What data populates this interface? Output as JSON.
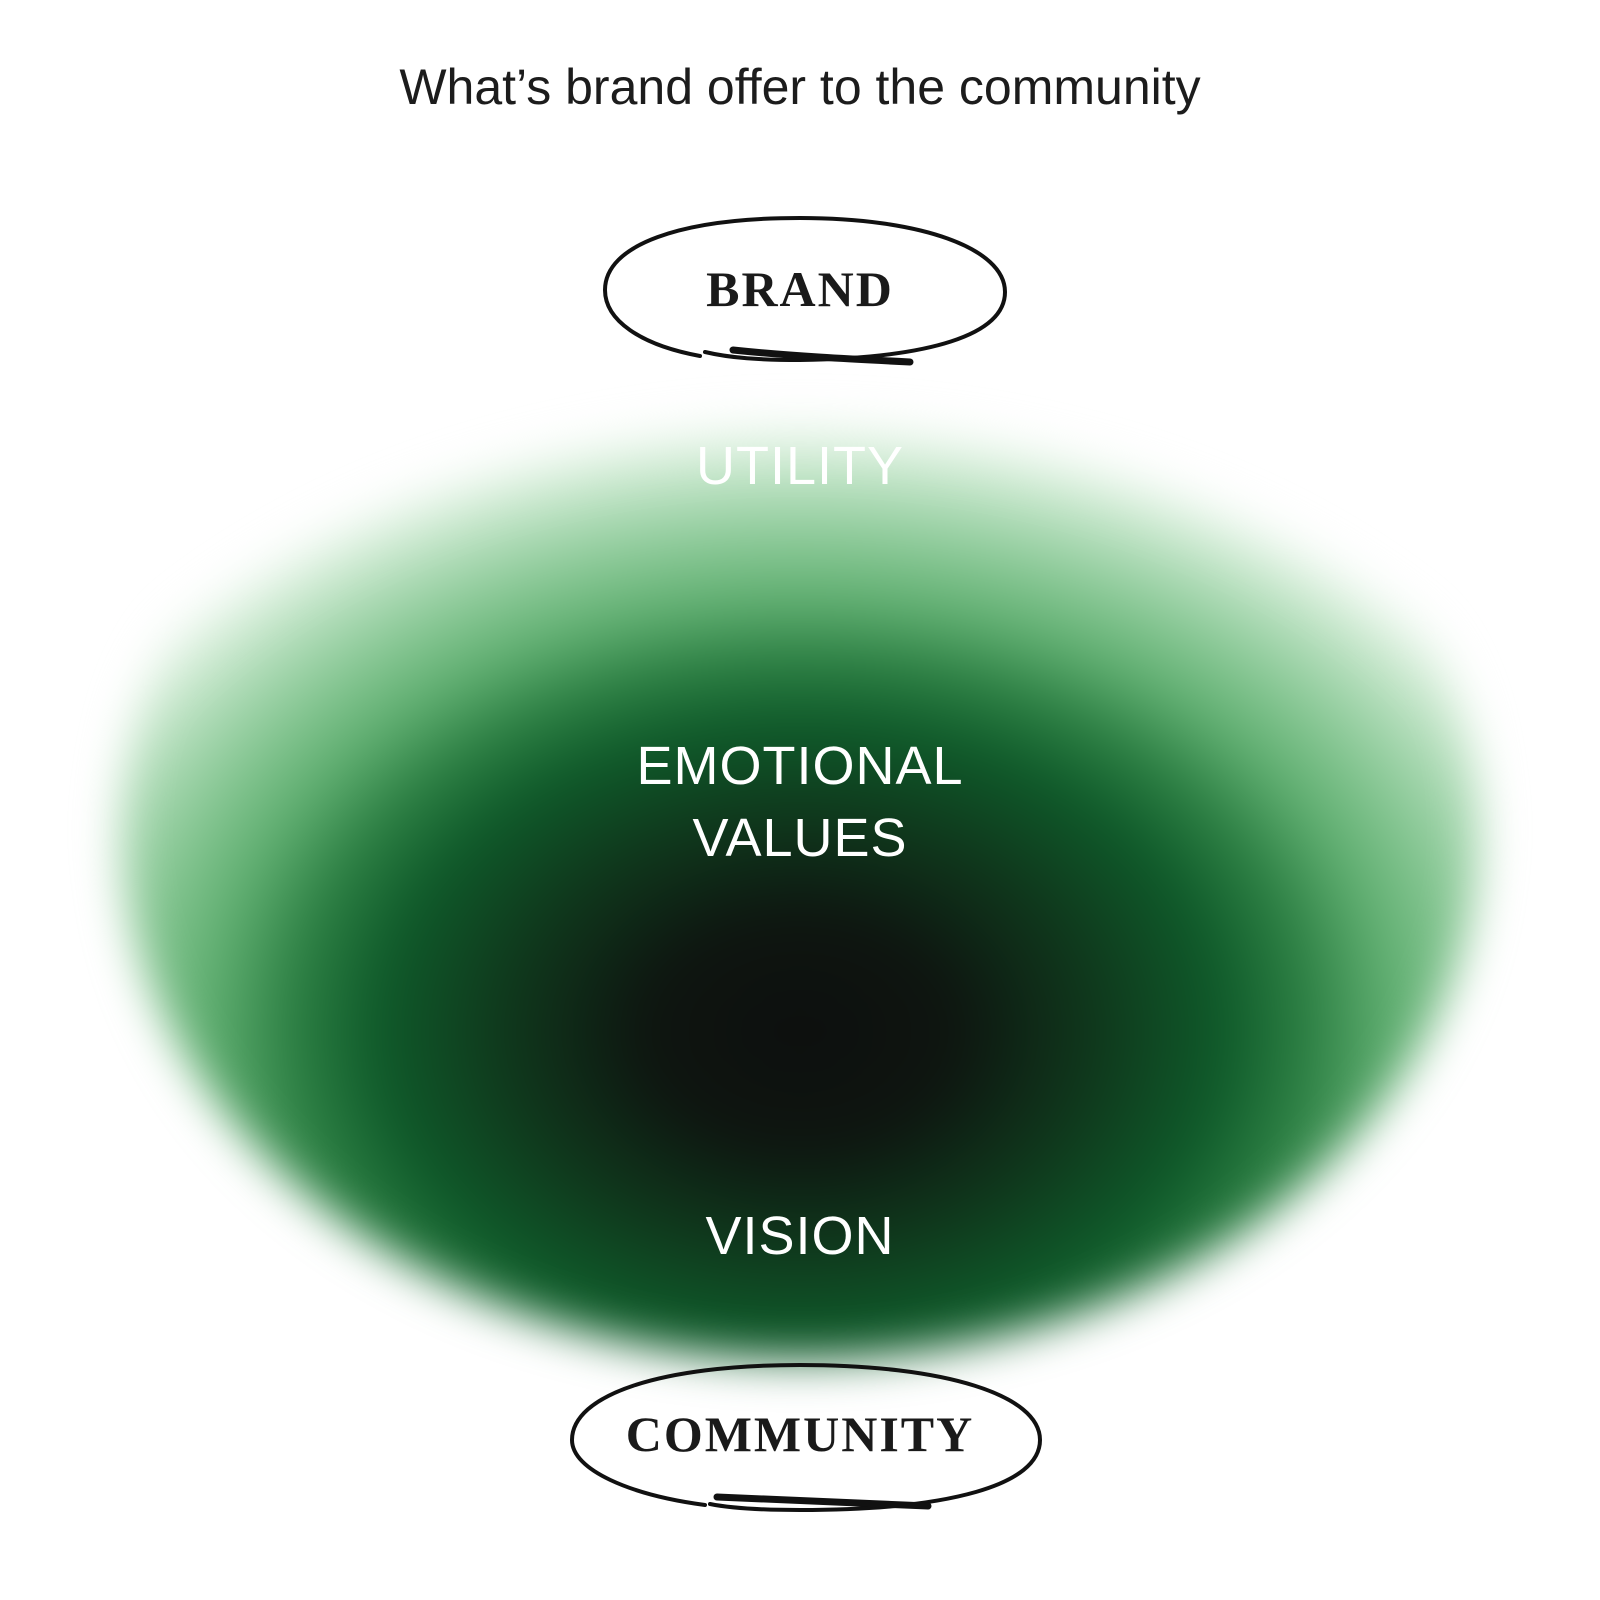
{
  "title": "What’s brand offer to the community",
  "nodes": {
    "top": "BRAND",
    "bottom": "COMMUNITY"
  },
  "zones": {
    "utility": "UTILITY",
    "emotional_line1": "EMOTIONAL",
    "emotional_line2": "VALUES",
    "vision": "VISION"
  },
  "colors": {
    "core": "#0d0f0e",
    "mid": "#0f5a2a",
    "outer": "#82c48f",
    "label_text": "#ffffff",
    "ink": "#1a1a1a"
  }
}
